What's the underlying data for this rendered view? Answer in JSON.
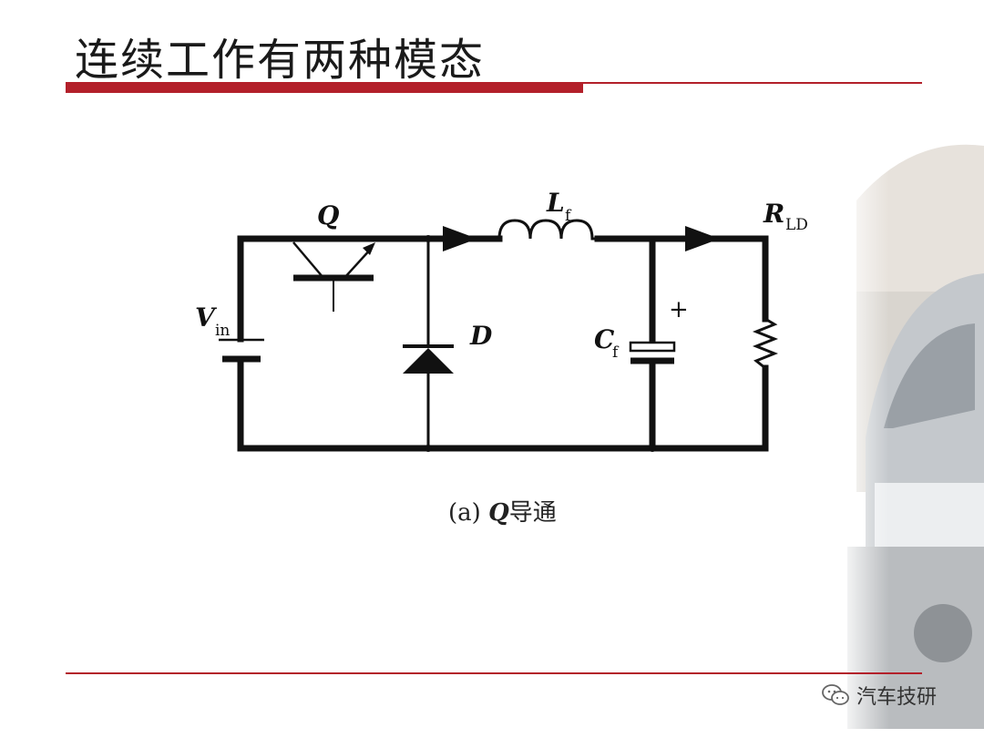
{
  "slide": {
    "title": "连续工作有两种模态",
    "caption_prefix": "(a) ",
    "caption_q": "Q",
    "caption_suffix": "导通",
    "watermark": "汽车技研"
  },
  "colors": {
    "accent_rule": "#b3202a",
    "wire": "#111111"
  },
  "circuit": {
    "labels": {
      "transistor": "Q",
      "inductor": "L",
      "inductor_sub": "f",
      "load": "R",
      "load_sub": "LD",
      "source": "V",
      "source_sub": "in",
      "diode": "D",
      "capacitor": "C",
      "capacitor_sub": "f",
      "plus": "+"
    }
  }
}
